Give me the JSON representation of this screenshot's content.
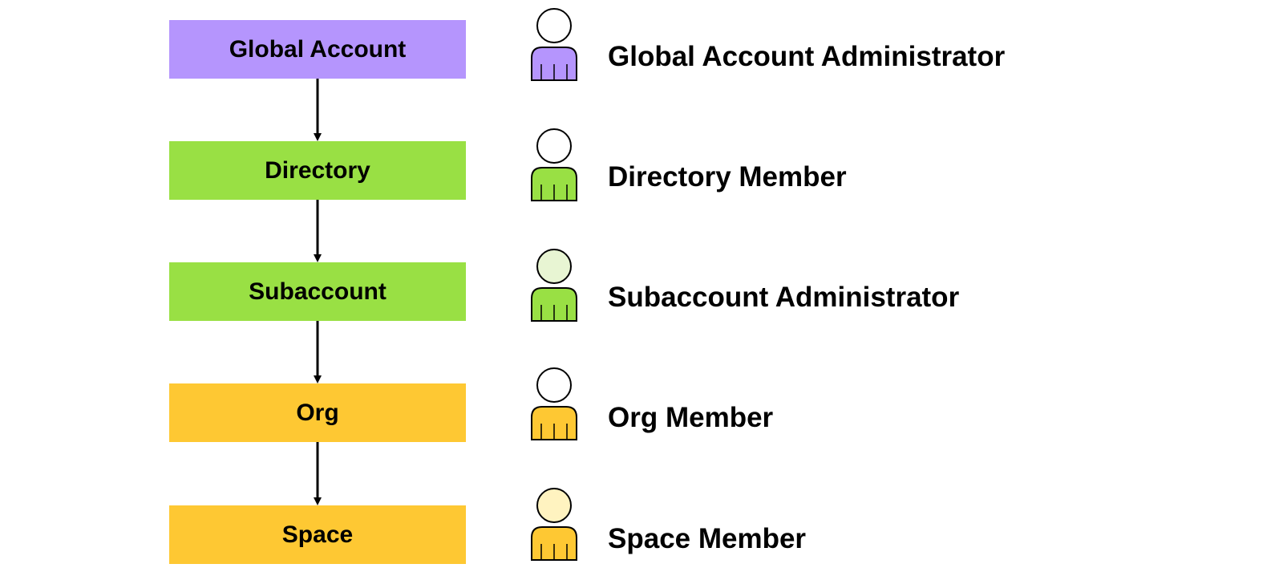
{
  "levels": [
    {
      "label": "Global Account",
      "color": "#b595fd"
    },
    {
      "label": "Directory",
      "color": "#99e044"
    },
    {
      "label": "Subaccount",
      "color": "#99e044"
    },
    {
      "label": "Org",
      "color": "#fec833"
    },
    {
      "label": "Space",
      "color": "#fec833"
    }
  ],
  "roles": [
    {
      "label": "Global Account Administrator",
      "head_color": "#ffffff",
      "body_color": "#b595fd",
      "icon": "person-icon"
    },
    {
      "label": "Directory Member",
      "head_color": "#ffffff",
      "body_color": "#99e044",
      "icon": "person-icon"
    },
    {
      "label": "Subaccount Administrator",
      "head_color": "#e8f5d3",
      "body_color": "#99e044",
      "icon": "person-icon"
    },
    {
      "label": "Org Member",
      "head_color": "#ffffff",
      "body_color": "#fec833",
      "icon": "person-icon"
    },
    {
      "label": "Space Member",
      "head_color": "#fff3c0",
      "body_color": "#fec833",
      "icon": "person-icon"
    }
  ]
}
